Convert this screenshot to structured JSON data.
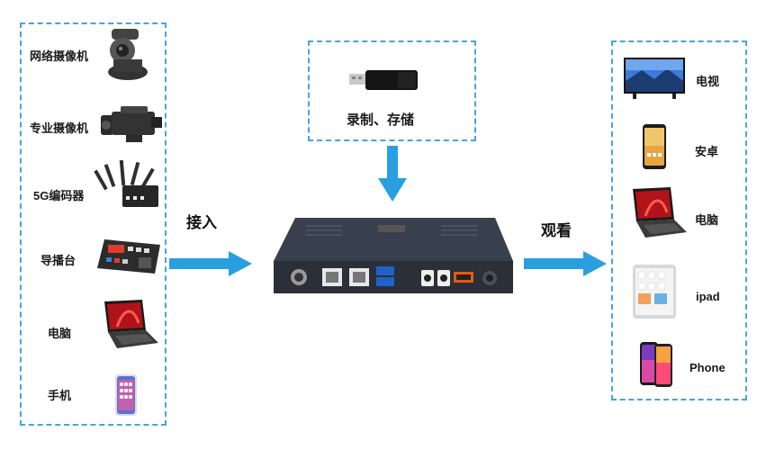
{
  "inputs": {
    "items": [
      {
        "label": "网络摄像机",
        "icon": "ptz-camera-icon"
      },
      {
        "label": "专业摄像机",
        "icon": "pro-camcorder-icon"
      },
      {
        "label": "5G编码器",
        "icon": "5g-encoder-icon"
      },
      {
        "label": "导播台",
        "icon": "switcher-console-icon"
      },
      {
        "label": "电脑",
        "icon": "laptop-icon"
      },
      {
        "label": "手机",
        "icon": "smartphone-icon"
      }
    ]
  },
  "storage": {
    "label": "录制、存储",
    "icon": "usb-drive-icon"
  },
  "flow": {
    "in_label": "接入",
    "out_label": "观看"
  },
  "outputs": {
    "items": [
      {
        "label": "电视",
        "icon": "tv-icon"
      },
      {
        "label": "安卓",
        "icon": "android-phone-icon"
      },
      {
        "label": "电脑",
        "icon": "laptop-icon"
      },
      {
        "label": "ipad",
        "icon": "tablet-icon"
      },
      {
        "label": "Phone",
        "icon": "iphone-icon"
      }
    ]
  },
  "colors": {
    "accent": "#2a9fe0",
    "border": "#4aa3d8",
    "device": "#2e3440"
  }
}
